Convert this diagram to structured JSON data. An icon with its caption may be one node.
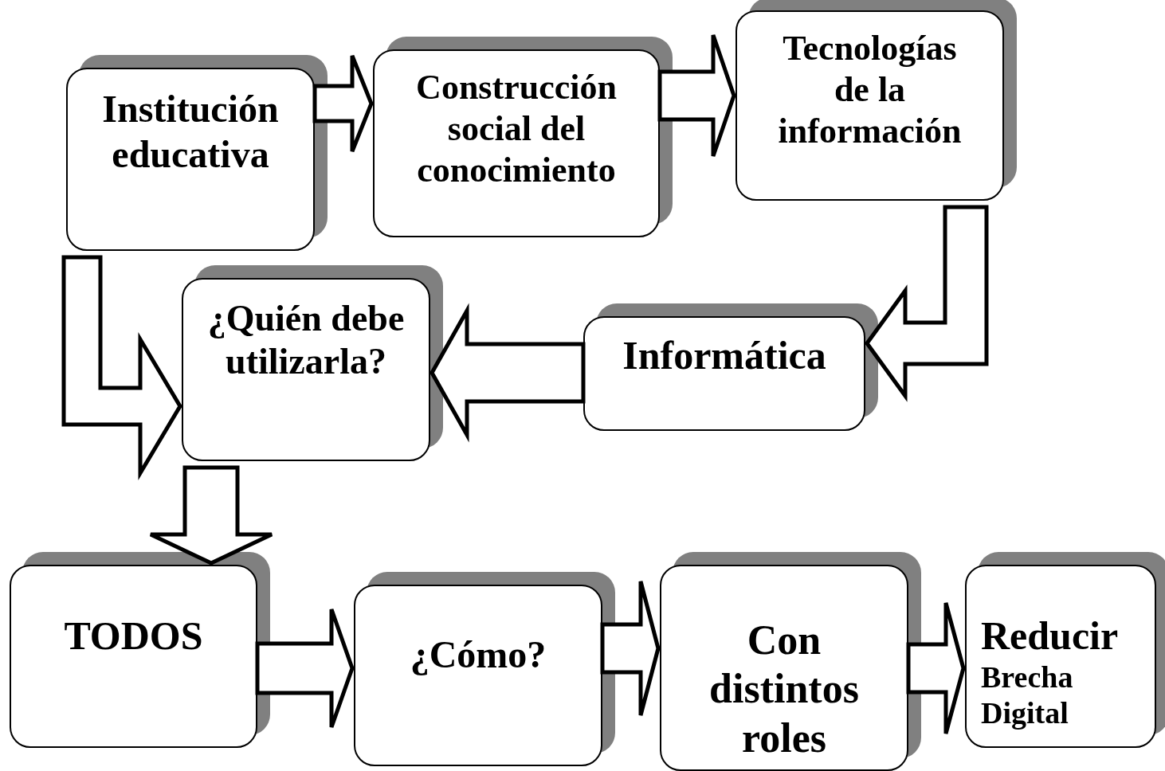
{
  "diagram": {
    "nodes": [
      {
        "text": [
          "Institución educativa"
        ]
      },
      {
        "text": [
          "Construcción social del conocimiento"
        ]
      },
      {
        "text": [
          "Tecnologías de la información"
        ]
      },
      {
        "text": [
          "Informática"
        ]
      },
      {
        "text": [
          "¿Quién debe utilizarla?"
        ]
      },
      {
        "text": [
          "TODOS"
        ]
      },
      {
        "text": [
          "¿Cómo?"
        ]
      },
      {
        "text": [
          "Con distintos roles"
        ]
      },
      {
        "text": [
          "Reducir",
          "Brecha Digital"
        ]
      }
    ],
    "edges": [
      {
        "from": 0,
        "to": 1,
        "arrow": "to"
      },
      {
        "from": 1,
        "to": 2,
        "arrow": "to"
      },
      {
        "from": 2,
        "to": 3,
        "arrow": "to"
      },
      {
        "from": 3,
        "to": 4,
        "arrow": "to"
      },
      {
        "from": 0,
        "to": 4,
        "arrow": "to"
      },
      {
        "from": 4,
        "to": 5,
        "arrow": "to"
      },
      {
        "from": 5,
        "to": 6,
        "arrow": "to"
      },
      {
        "from": 6,
        "to": 7,
        "arrow": "to"
      },
      {
        "from": 7,
        "to": 8,
        "arrow": "to"
      }
    ]
  }
}
